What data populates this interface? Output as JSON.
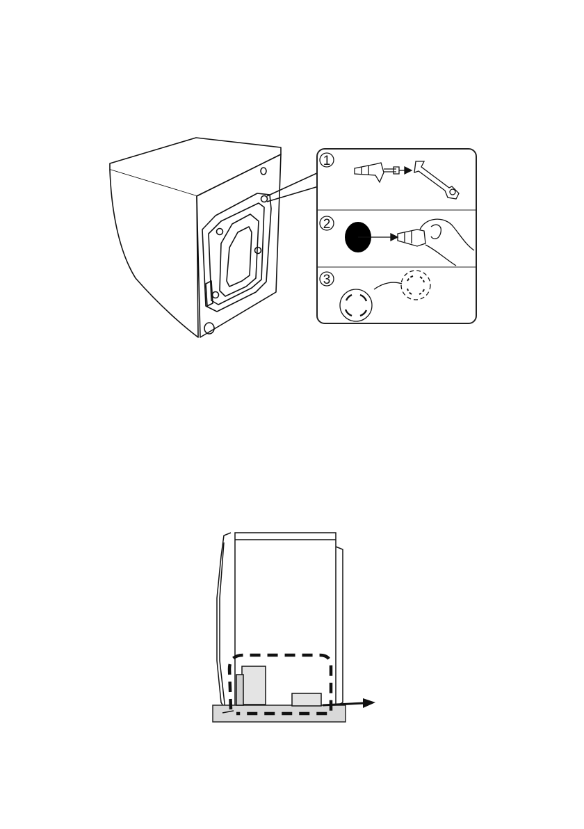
{
  "figures": [
    {
      "id": "transport-bolt-removal",
      "steps": [
        {
          "number": "1",
          "icon": "bolt-and-wrench-icon"
        },
        {
          "number": "2",
          "icon": "hole-and-hand-bolt-icon"
        },
        {
          "number": "3",
          "icon": "hole-cover-cap-icon"
        }
      ]
    },
    {
      "id": "side-view-base-removal",
      "arrow": "arrow-right-icon"
    }
  ],
  "colors": {
    "line": "#111111",
    "base": "#d9d9d9",
    "panel_border": "#222222",
    "hole": "#000000"
  }
}
